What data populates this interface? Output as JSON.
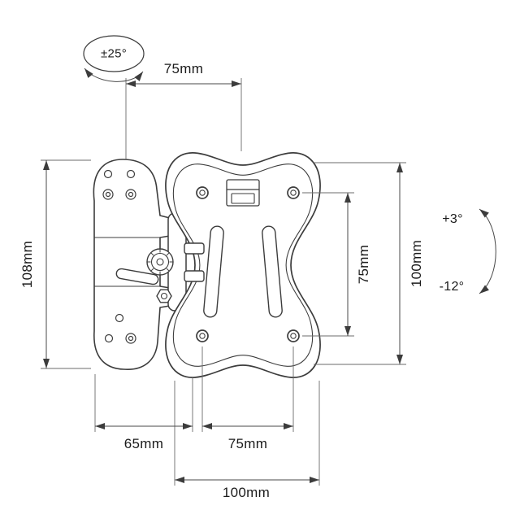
{
  "diagram": {
    "ink_color": "#3c3c3c",
    "labels": {
      "swivel_range": "±25°",
      "top_width": "75mm",
      "left_height": "108mm",
      "vesa_vertical": "75mm",
      "right_height": "100mm",
      "tilt_up": "+3°",
      "tilt_down": "-12°",
      "bottom_offset": "65mm",
      "vesa_horizontal": "75mm",
      "bottom_width": "100mm"
    }
  }
}
